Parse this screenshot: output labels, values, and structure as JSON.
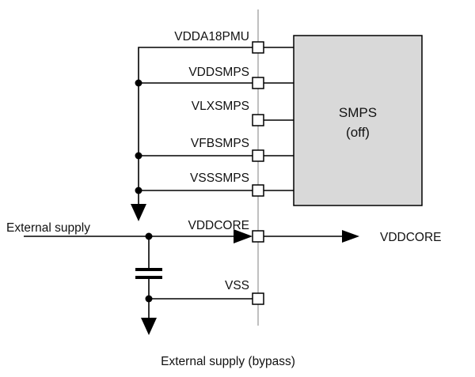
{
  "pins": [
    "VDDA18PMU",
    "VDDSMPS",
    "VLXSMPS",
    "VFBSMPS",
    "VSSSMPS",
    "VDDCORE",
    "VSS"
  ],
  "smps": {
    "title": "SMPS",
    "state": "(off)"
  },
  "external_supply_label": "External supply",
  "output_label": "VDDCORE",
  "caption": "External supply (bypass)",
  "colors": {
    "smps_fill": "#d9d9d9",
    "boundary_line": "#c0c0c0",
    "wire": "#000000"
  }
}
